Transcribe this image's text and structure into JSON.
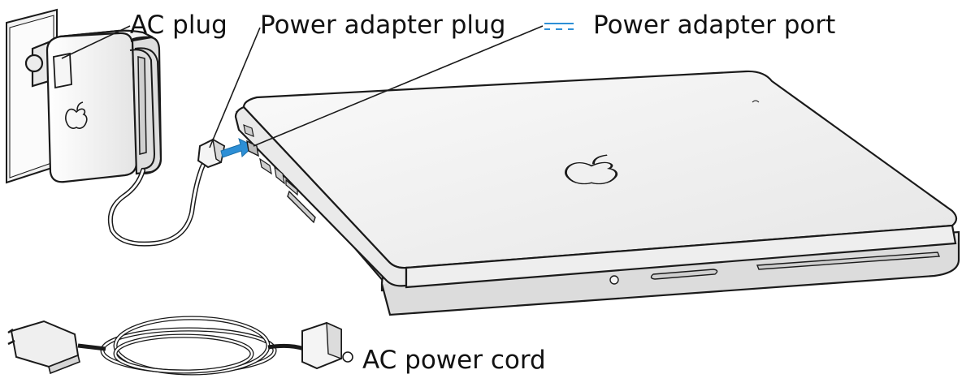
{
  "labels": {
    "ac_plug": "AC plug",
    "power_adapter_plug": "Power adapter plug",
    "power_adapter_port": "Power adapter port",
    "ac_power_cord": "AC power cord"
  },
  "icons": {
    "dc_symbol": "dc-power-symbol-icon",
    "apple_logo": "apple-logo-icon",
    "insertion_arrow": "arrow-right-icon"
  },
  "colors": {
    "line": "#1a1a1a",
    "device_fill": "#f3f3f3",
    "device_shade": "#dcdcdc",
    "arrow": "#2d8fd6",
    "dc_symbol": "#2d8fd6"
  }
}
